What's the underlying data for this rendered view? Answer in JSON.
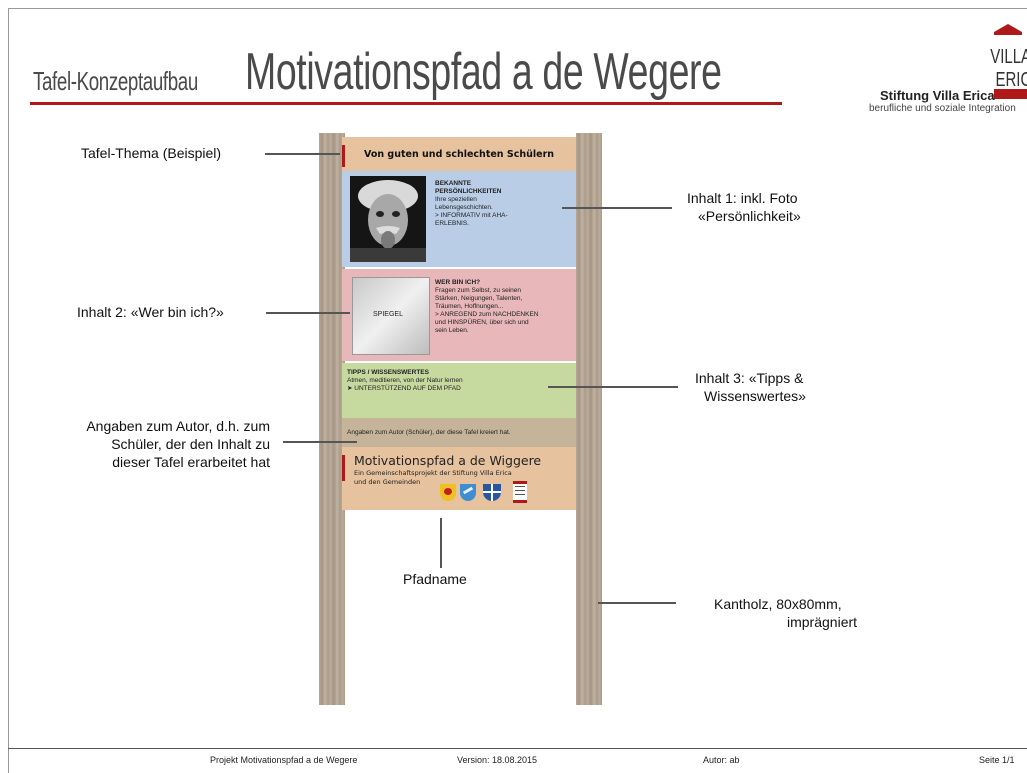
{
  "header": {
    "subtitle": "Tafel-Konzeptaufbau",
    "title": "Motivationspfad a de Wegere",
    "logo_org": "Stiftung Villa Erica",
    "logo_tagline": "berufliche und soziale Integration",
    "logo_mark_line1": "VILLA",
    "logo_mark_line2": "ERICA",
    "accent_color": "#b01919"
  },
  "board": {
    "topic": "Von guten und schlechten Schülern",
    "content1": {
      "heading_line1": "BEKANNTE",
      "heading_line2": "PERSÖNLICHKEITEN",
      "lines": [
        "Ihre speziellen",
        "Lebensgeschichten.",
        "> INFORMATIV mit AHA-",
        "ERLEBNIS."
      ]
    },
    "content2": {
      "mirror_label": "SPIEGEL",
      "heading": "WER BIN ICH?",
      "lines": [
        "Fragen zum Selbst, zu seinen",
        "Stärken, Neigungen, Talenten,",
        "Träumen, Hoffnungen...",
        "> ANREGEND zum NACHDENKEN",
        "und HINSPÜREN, über sich und",
        "sein Leben."
      ]
    },
    "content3": {
      "heading": "TIPPS / WISSENSWERTES",
      "line1": "Atmen, meditieren, von der Natur lernen",
      "line2": "➤  UNTERSTÜTZEND AUF DEM PFAD"
    },
    "author_line": "Angaben zum Autor (Schüler), der diese Tafel kreiert hat.",
    "footer": {
      "name": "Motivationspfad a de Wiggere",
      "desc_line1": "Ein Gemeinschaftsprojekt der Stiftung Villa Erica",
      "desc_line2": "und den Gemeinden"
    },
    "colors": {
      "topic_bg": "#e6c29f",
      "content1_bg": "#b9cde6",
      "content2_bg": "#e7b7b9",
      "content3_bg": "#c6d99f",
      "author_bg": "#c5b49a"
    }
  },
  "labels": {
    "topic": "Tafel-Thema (Beispiel)",
    "content1_line1": "Inhalt 1: inkl. Foto",
    "content1_line2": "«Persönlichkeit»",
    "content2": "Inhalt 2: «Wer bin ich?»",
    "content3_line1": "Inhalt 3: «Tipps &",
    "content3_line2": "Wissenswertes»",
    "author_line1": "Angaben zum Autor, d.h. zum",
    "author_line2": "Schüler, der den Inhalt zu",
    "author_line3": "dieser Tafel erarbeitet hat",
    "path_name": "Pfadname",
    "post_line1": "Kantholz, 80x80mm,",
    "post_line2": "imprägniert"
  },
  "footer": {
    "project": "Projekt Motivationspfad a de Wegere",
    "version": "Version: 18.08.2015",
    "author": "Autor: ab",
    "page": "Seite 1/1"
  }
}
